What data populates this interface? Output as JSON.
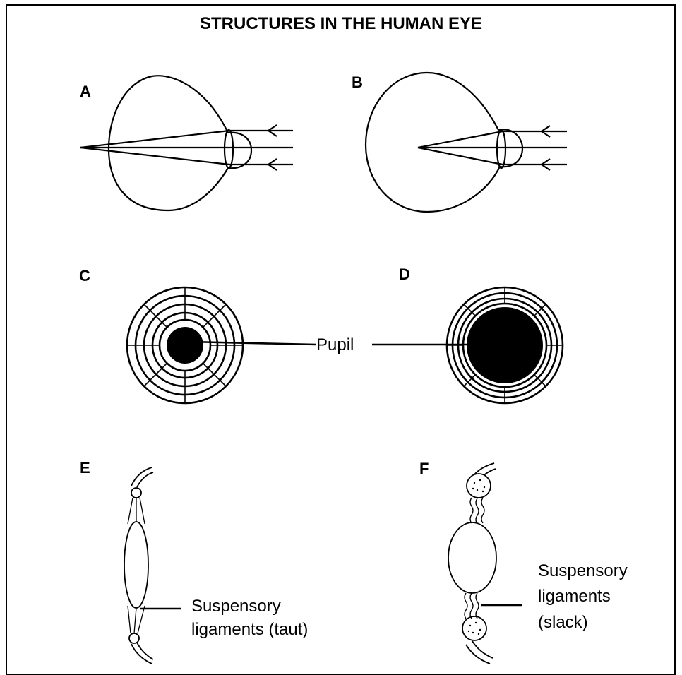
{
  "title": "STRUCTURES IN THE HUMAN EYE",
  "panels": {
    "a": "A",
    "b": "B",
    "c": "C",
    "d": "D",
    "e": "E",
    "f": "F"
  },
  "labels": {
    "pupil": "Pupil",
    "taut_line1": "Suspensory",
    "taut_line2": "ligaments (taut)",
    "slack_line1": "Suspensory",
    "slack_line2": "ligaments",
    "slack_line3": "(slack)"
  }
}
